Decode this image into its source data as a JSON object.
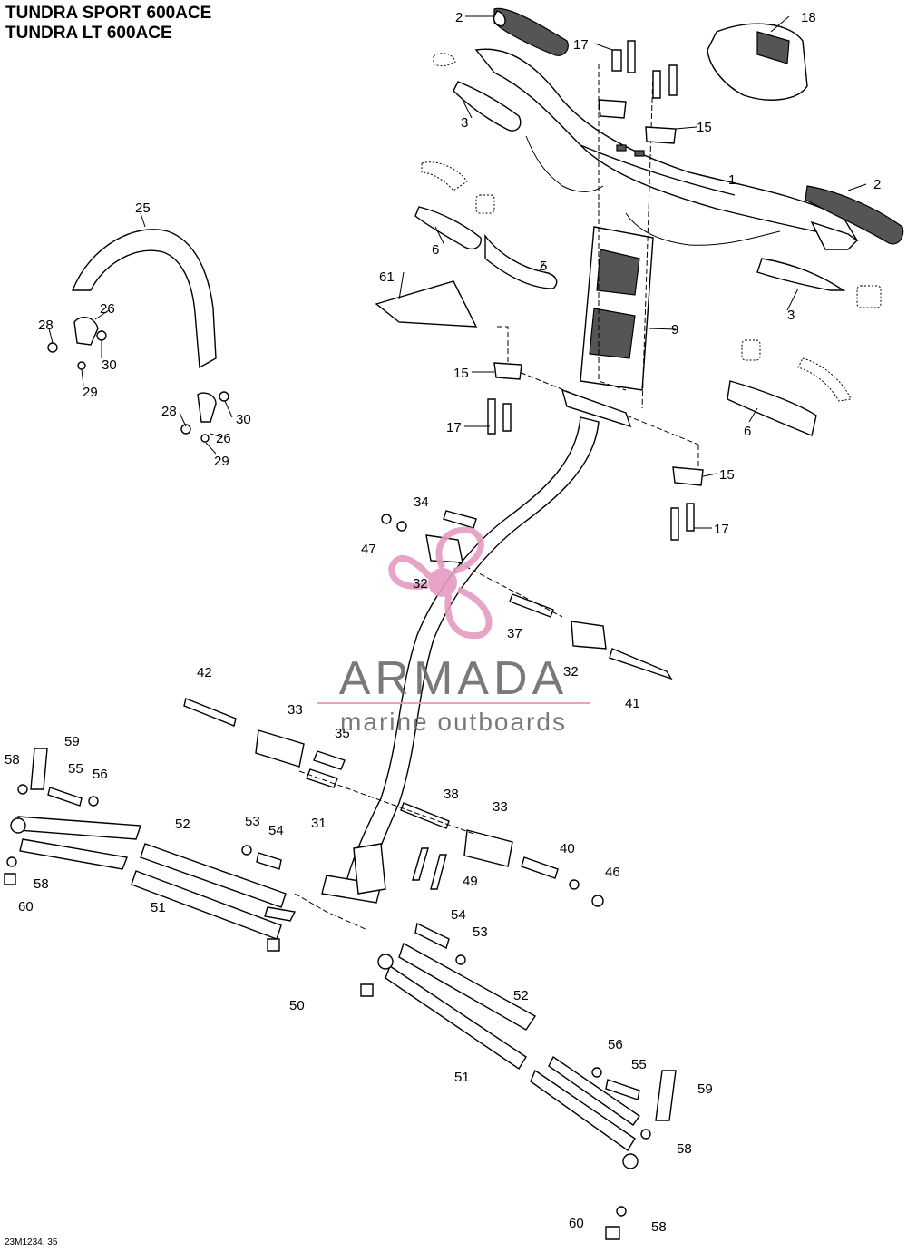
{
  "title_lines": [
    "TUNDRA SPORT 600ACE",
    "TUNDRA LT 600ACE"
  ],
  "footer": "23M1234, 35",
  "watermark": {
    "brand": "ARMADA",
    "tagline": "marine outboards",
    "brand_color": "#6b6b6b",
    "accent_color": "#e59bc1"
  },
  "callouts": [
    "1",
    "2",
    "3",
    "5",
    "6",
    "9",
    "15",
    "17",
    "18",
    "25",
    "26",
    "28",
    "29",
    "30",
    "31",
    "32",
    "33",
    "34",
    "35",
    "37",
    "38",
    "40",
    "41",
    "42",
    "46",
    "47",
    "49",
    "50",
    "51",
    "52",
    "53",
    "54",
    "55",
    "56",
    "58",
    "59",
    "60",
    "61"
  ]
}
